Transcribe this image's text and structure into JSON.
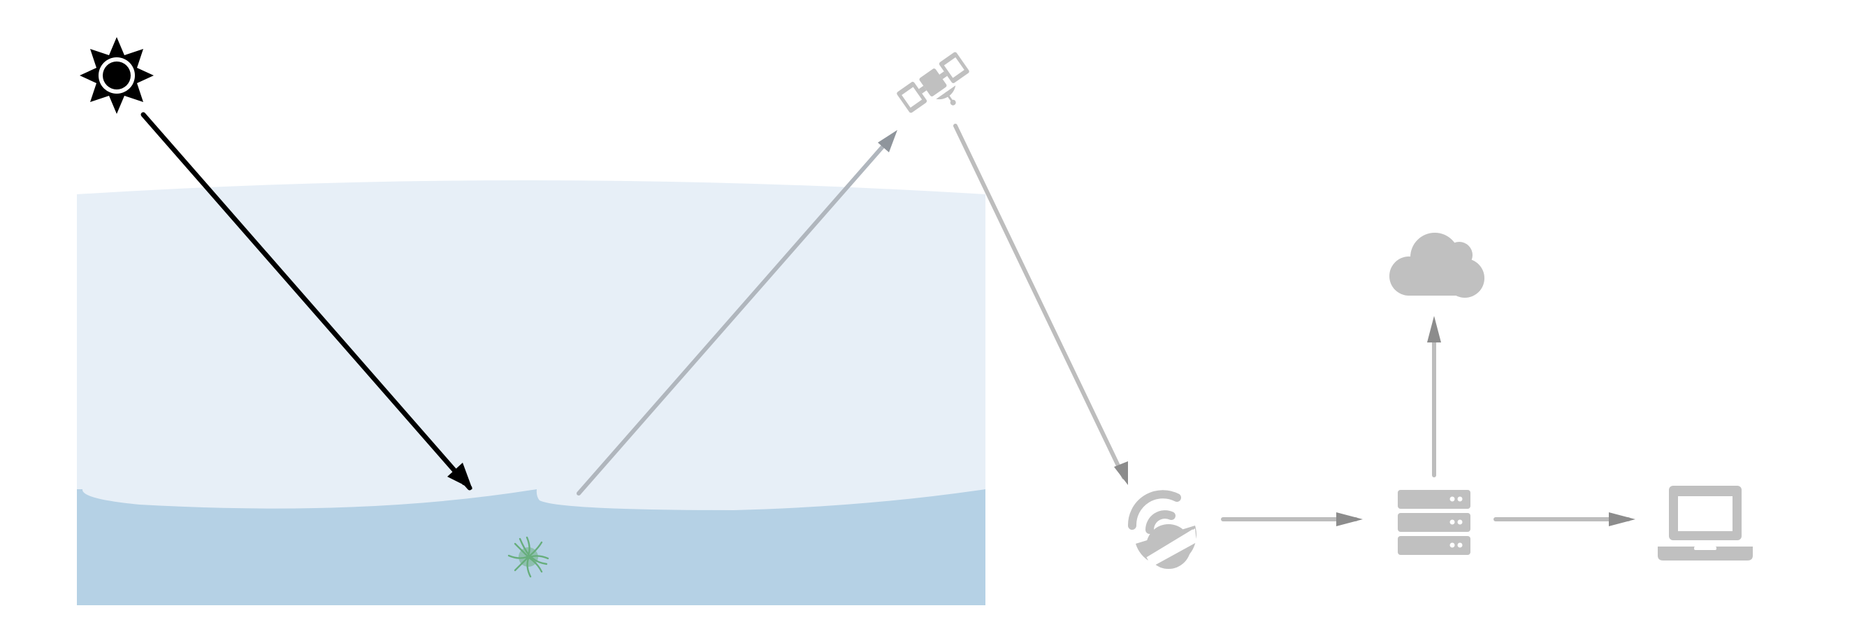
{
  "diagram": {
    "description": "",
    "colors": {
      "background": "#ffffff",
      "atmosphere": "#e7eff7",
      "water": "#b5d1e5",
      "sunlight_arrow": "#000000",
      "reflected_arrow": "#b0b6bd",
      "flow_arrow": "#bdbdbd",
      "icon_gray": "#c0c0c0",
      "algae": "#5aa86a"
    },
    "icons": [
      {
        "id": "sun",
        "icon": "sun-icon"
      },
      {
        "id": "satellite",
        "icon": "satellite-icon"
      },
      {
        "id": "dish",
        "icon": "satellite-dish-icon"
      },
      {
        "id": "server",
        "icon": "server-icon"
      },
      {
        "id": "cloud",
        "icon": "cloud-icon"
      },
      {
        "id": "laptop",
        "icon": "laptop-icon"
      },
      {
        "id": "algae",
        "icon": "algae-bloom-icon"
      }
    ],
    "arrows": [
      {
        "id": "sunlight",
        "from": "sun",
        "to": "water-surface"
      },
      {
        "id": "reflection",
        "from": "water-surface",
        "to": "satellite"
      },
      {
        "id": "downlink",
        "from": "satellite",
        "to": "dish"
      },
      {
        "id": "dish-to-server",
        "from": "dish",
        "to": "server"
      },
      {
        "id": "server-to-cloud",
        "from": "server",
        "to": "cloud"
      },
      {
        "id": "server-to-laptop",
        "from": "server",
        "to": "laptop"
      }
    ]
  }
}
